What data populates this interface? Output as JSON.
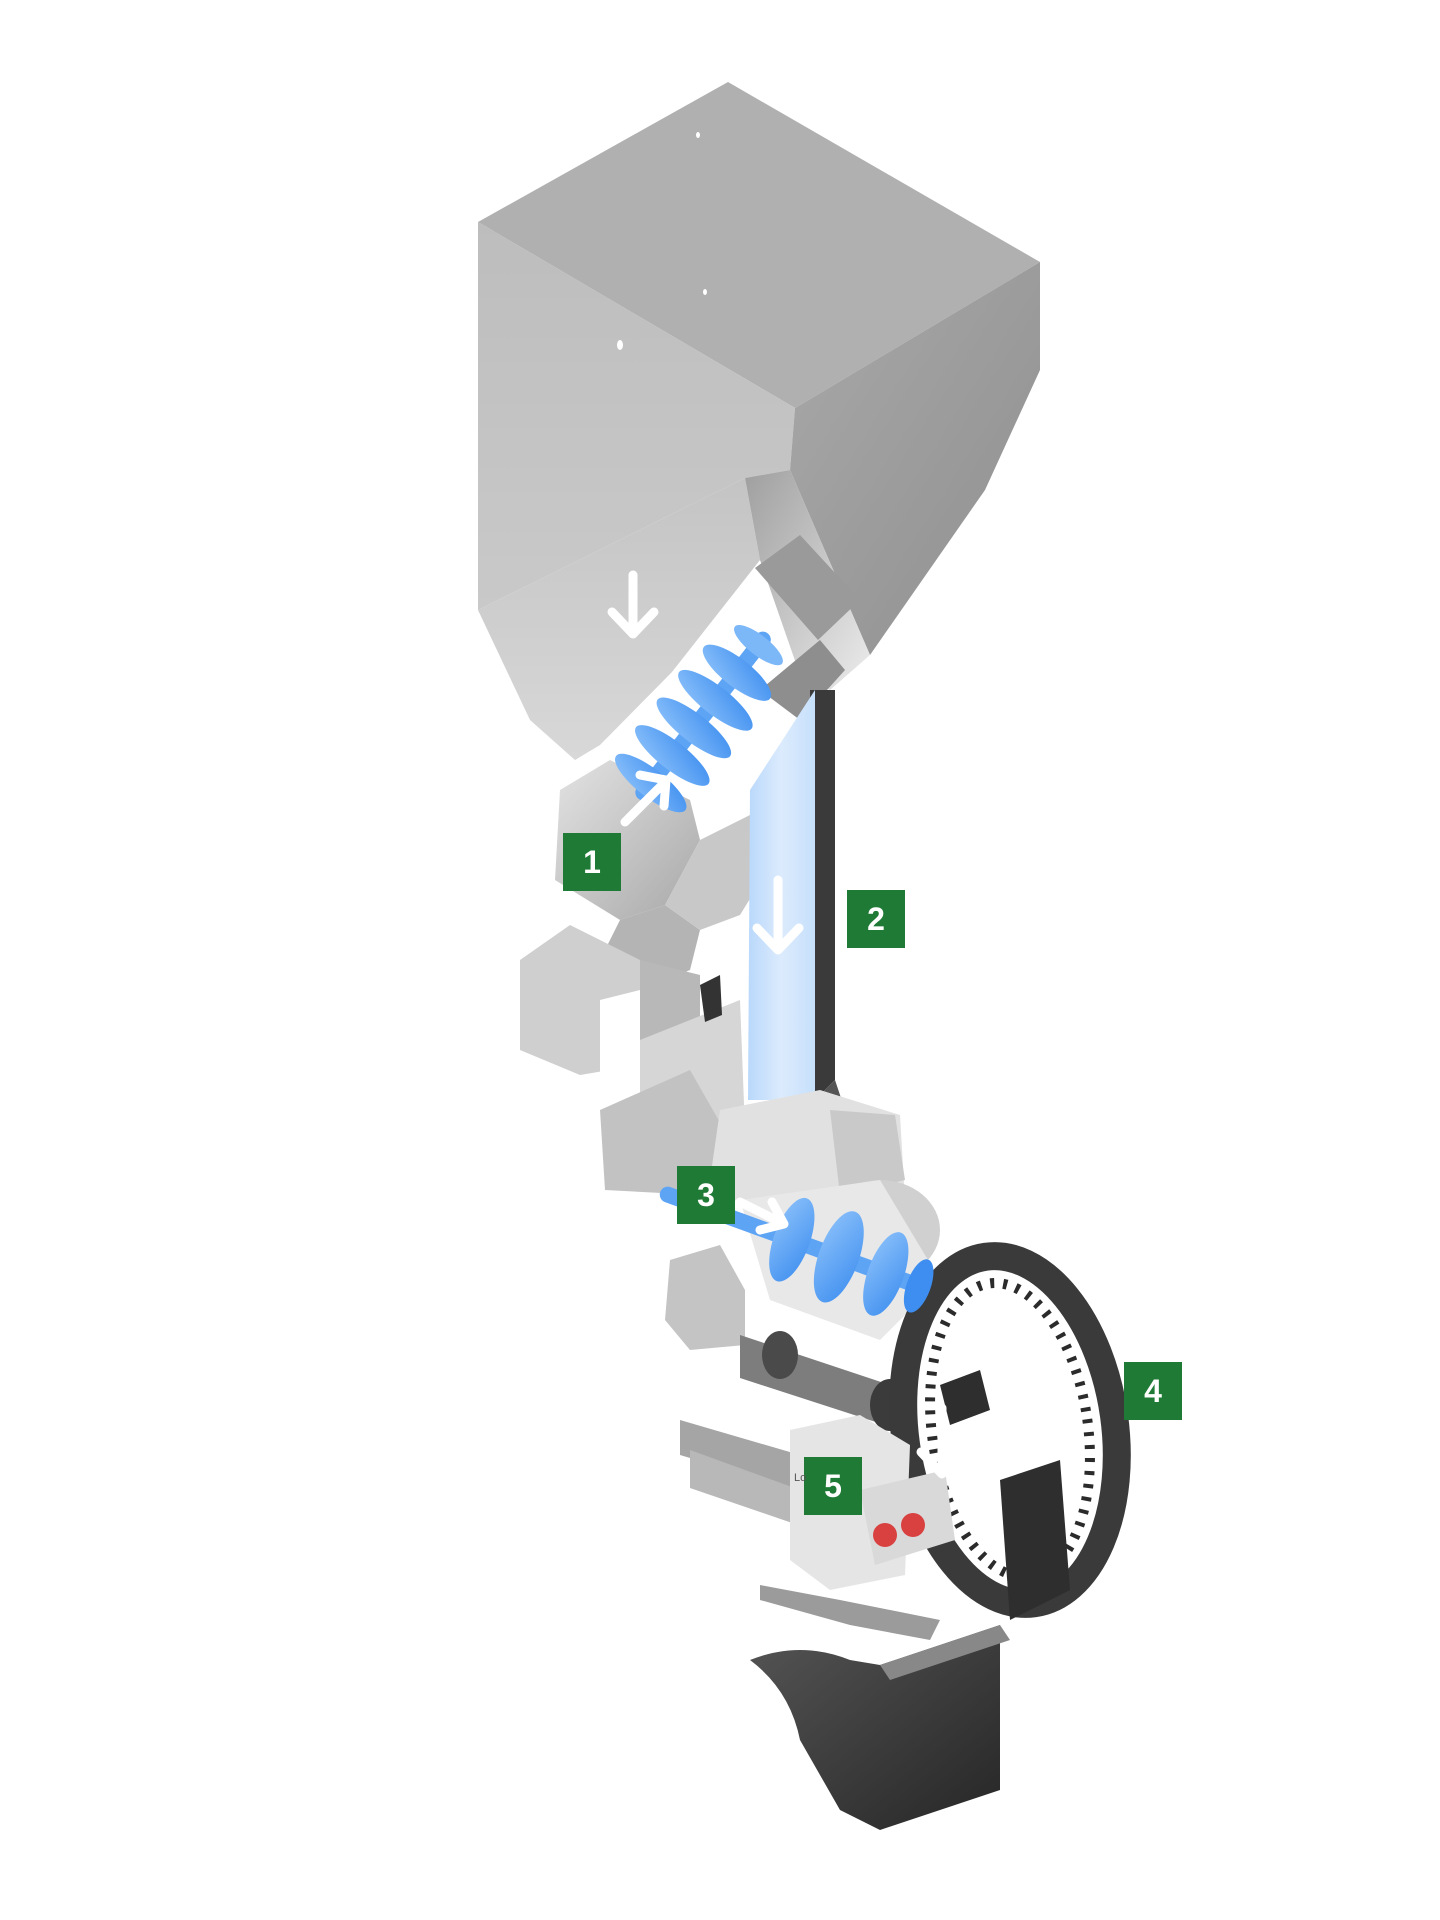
{
  "diagram": {
    "colors": {
      "label_fill": "#1e7a35",
      "label_text": "#ffffff",
      "hopper": "#b9b9b9",
      "material_flow": "#4d9cf5",
      "drum": "#3b3b3b",
      "flow_arrow": "#ffffff",
      "pellet_dies": "#d94040"
    },
    "labels": [
      {
        "id": "1",
        "text": "1"
      },
      {
        "id": "2",
        "text": "2"
      },
      {
        "id": "3",
        "text": "3"
      },
      {
        "id": "4",
        "text": "4"
      },
      {
        "id": "5",
        "text": "5"
      }
    ],
    "small_text": "Lo"
  }
}
